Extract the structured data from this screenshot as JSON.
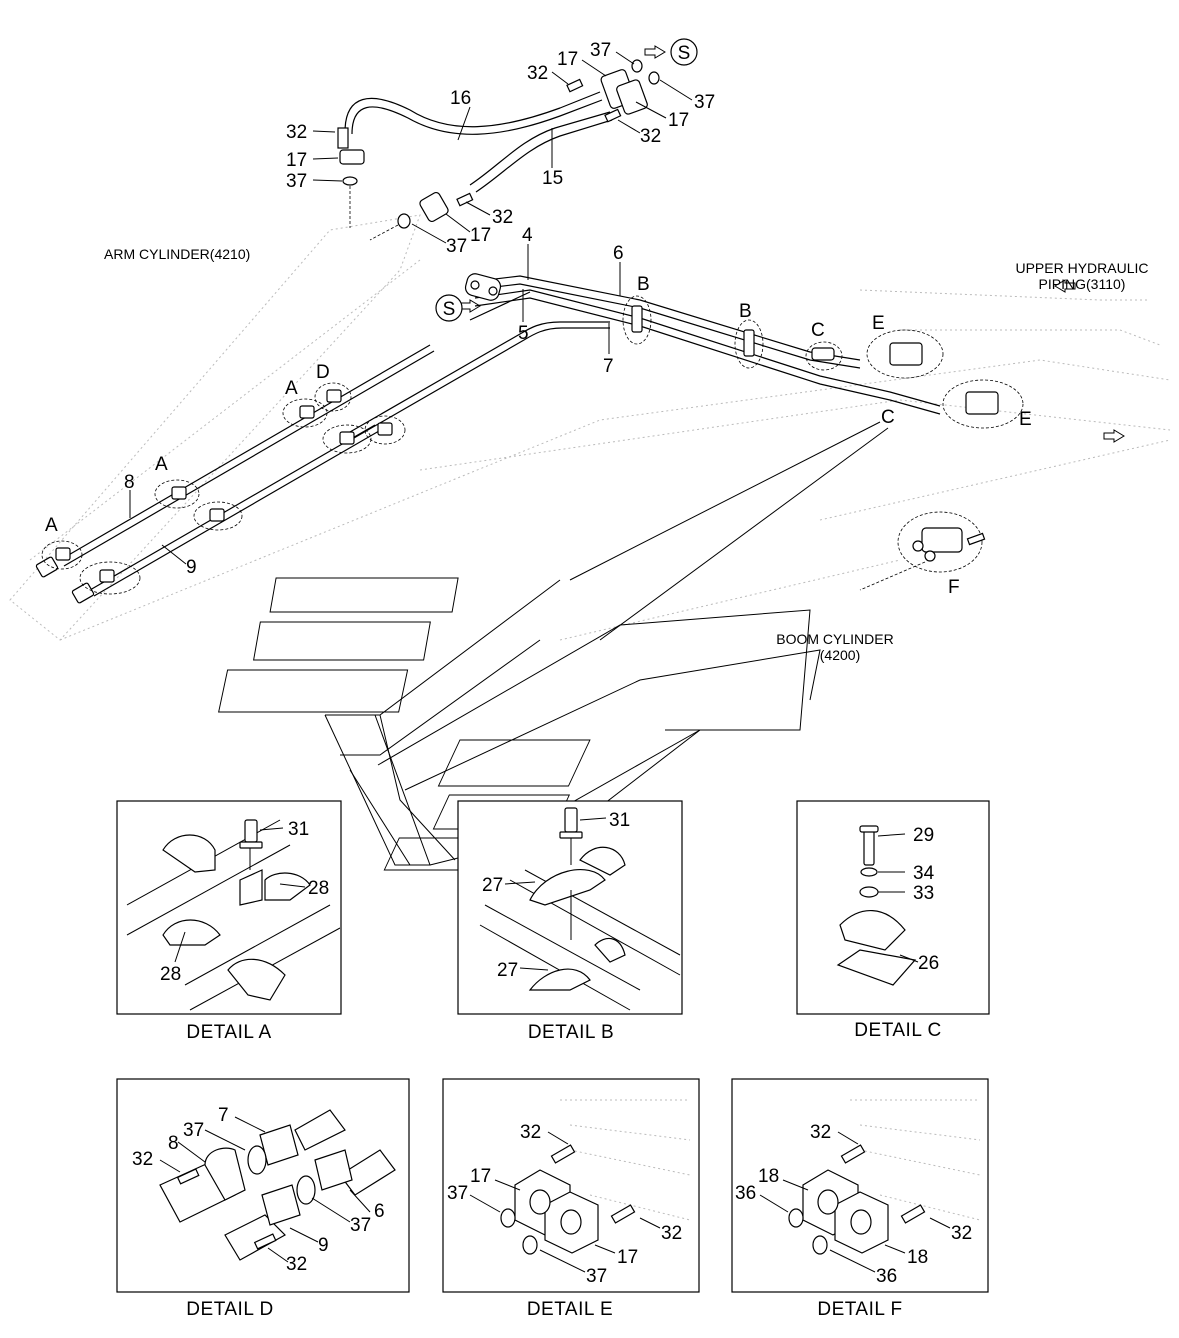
{
  "notes": {
    "arm_cylinder": "ARM CYLINDER(4210)",
    "upper_hydraulic_line1": "UPPER HYDRAULIC",
    "upper_hydraulic_line2": "PIPING(3110)",
    "boom_cylinder_line1": "BOOM CYLINDER",
    "boom_cylinder_line2": "(4200)"
  },
  "section_markers": {
    "S": "S"
  },
  "detail_letters": {
    "A": "A",
    "B": "B",
    "C": "C",
    "D": "D",
    "E": "E",
    "F": "F"
  },
  "part_numbers": {
    "p4": "4",
    "p5": "5",
    "p6": "6",
    "p7": "7",
    "p8": "8",
    "p9": "9",
    "p15": "15",
    "p16": "16",
    "p17": "17",
    "p18": "18",
    "p26": "26",
    "p27": "27",
    "p28": "28",
    "p29": "29",
    "p31": "31",
    "p32": "32",
    "p33": "33",
    "p34": "34",
    "p36": "36",
    "p37": "37"
  },
  "details": {
    "A": "DETAIL  A",
    "B": "DETAIL  B",
    "C": "DETAIL  C",
    "D": "DETAIL  D",
    "E": "DETAIL  E",
    "F": "DETAIL  F"
  }
}
